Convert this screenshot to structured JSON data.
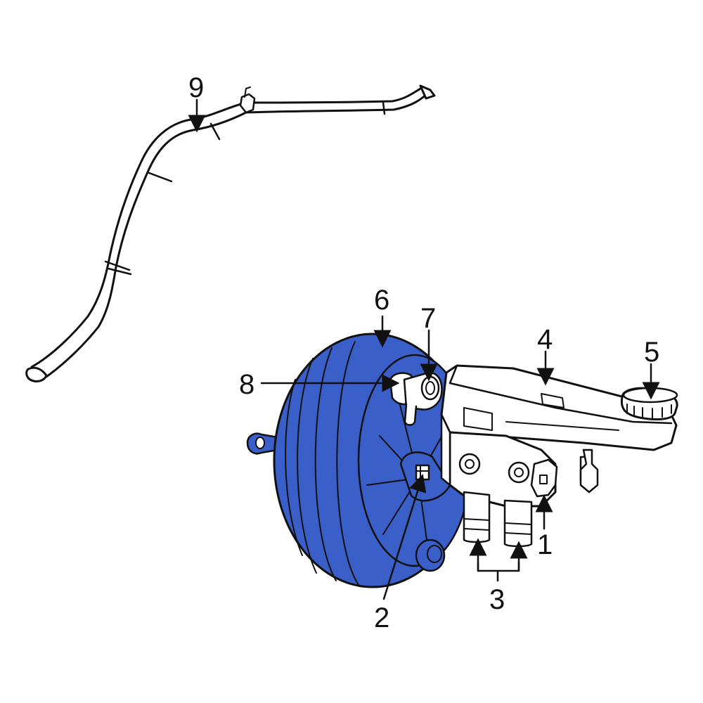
{
  "colors": {
    "highlight": "#3a5fc8",
    "ink": "#111111",
    "background": "#ffffff"
  },
  "callouts": [
    {
      "id": "1",
      "text": "1"
    },
    {
      "id": "2",
      "text": "2"
    },
    {
      "id": "3",
      "text": "3"
    },
    {
      "id": "4",
      "text": "4"
    },
    {
      "id": "5",
      "text": "5"
    },
    {
      "id": "6",
      "text": "6"
    },
    {
      "id": "7",
      "text": "7"
    },
    {
      "id": "8",
      "text": "8"
    },
    {
      "id": "9",
      "text": "9"
    }
  ]
}
